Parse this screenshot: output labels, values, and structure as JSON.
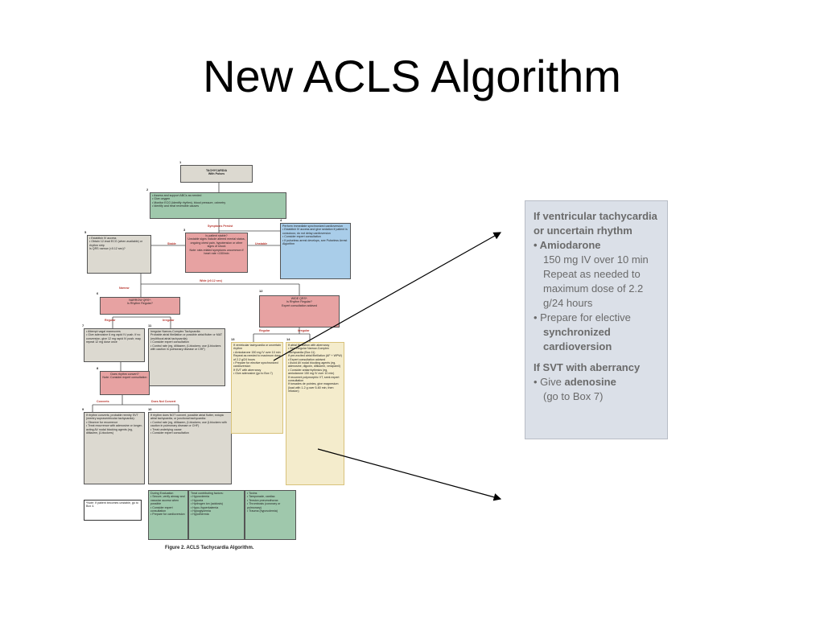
{
  "slide": {
    "title": "New ACLS Algorithm"
  },
  "flowchart": {
    "box1": {
      "num": "1",
      "text": "TACHYCARDIA\nWith Pulses"
    },
    "box2": {
      "num": "2",
      "text": "• Assess and support ABCs as needed\n• Give oxygen\n• Monitor ECG (identify rhythm), blood pressure, oximetry\n• Identify and treat reversible causes"
    },
    "box3": {
      "num": "3",
      "text": "Is patient stable?\nUnstable signs include altered mental status, ongoing chest pain, hypotension or other signs of shock\nNote: rate-related symptoms uncommon if heart rate <150/min"
    },
    "box4": {
      "num": "4",
      "text": "Perform immediate synchronized cardioversion\n• Establish IV access and give sedation if patient is conscious; do not delay cardioversion\n• Consider expert consultation\n• If pulseless arrest develops, see Pulseless Arrest Algorithm"
    },
    "box5": {
      "num": "5",
      "text": "• Establish IV access\n• Obtain 12-lead ECG (when available) or rhythm strip\nIs QRS narrow (<0.12 sec)?"
    },
    "box6": {
      "num": "6",
      "text": "NARROW QRS*:\nIs Rhythm Regular?"
    },
    "box7": {
      "num": "7",
      "text": "• Attempt vagal maneuvers\n• Give adenosine 6 mg rapid IV push. If no conversion, give 12 mg rapid IV push; may repeat 12 mg dose once"
    },
    "box8": {
      "num": "8",
      "text": "Does rhythm convert?\nNote: Consider expert consultation"
    },
    "box9": {
      "num": "9",
      "text": "If rhythm converts, probable reentry SVT (reentry supraventricular tachycardia):\n• Observe for recurrence\n• Treat recurrence with adenosine or longer-acting AV nodal blocking agents (eg, diltiazem, β-blockers)"
    },
    "box10": {
      "num": "10",
      "text": "If rhythm does NOT convert, possible atrial flutter, ectopic atrial tachycardia, or junctional tachycardia:\n• Control rate (eg, diltiazem, β-blockers; use β-blockers with caution in pulmonary disease or CHF)\n• Treat underlying cause\n• Consider expert consultation"
    },
    "box11": {
      "num": "11",
      "text": "Irregular Narrow-Complex Tachycardia\nProbable atrial fibrillation or possible atrial flutter or MAT (multifocal atrial tachycardia)\n• Consider expert consultation\n• Control rate (eg, diltiazem, β-blockers; use β-blockers with caution in pulmonary disease or CHF)"
    },
    "box12": {
      "num": "12",
      "text": "WIDE QRS*:\nIs Rhythm Regular?\nExpert consultation advised"
    },
    "box13": {
      "num": "13",
      "text": "If ventricular tachycardia or uncertain rhythm\n• Amiodarone 150 mg IV over 10 min Repeat as needed to maximum dose of 2.2 g/24 hours\n• Prepare for elective synchronized cardioversion\nIf SVT with aberrancy\n• Give adenosine (go to Box 7)"
    },
    "box14": {
      "num": "14",
      "text": "If atrial fibrillation with aberrancy\n• See Irregular Narrow-Complex Tachycardia (Box 11)\nIf pre-excited atrial fibrillation (AF + WPW)\n• Expert consultation advised\n• Avoid AV nodal blocking agents (eg, adenosine, digoxin, diltiazem, verapamil)\n• Consider antiarrhythmics (eg, amiodarone 150 mg IV over 10 min)\nIf recurrent polymorphic VT, seek expert consultation\nIf torsades de pointes, give magnesium (load with 1-2 g over 5-60 min, then infusion)"
    },
    "box_note": {
      "text": "*Note: If patient becomes unstable, go to Box 4."
    },
    "box_eval": {
      "text": "During Evaluation\n• Secure, verify airway and vascular access when possible\n• Consider expert consultation\n• Prepare for cardioversion"
    },
    "box_treat1": {
      "text": "Treat contributing factors:\n• Hypovolemia\n• Hypoxia\n• Hydrogen ion (acidosis)\n• Hypo-/hyperkalemia\n• Hypoglycemia\n• Hypothermia"
    },
    "box_treat2": {
      "text": "• Toxins\n• Tamponade, cardiac\n• Tension pneumothorax\n• Thrombosis (coronary or pulmonary)\n• Trauma (hypovolemia)"
    },
    "labels": {
      "symptoms_persist": "Symptoms Persist",
      "stable": "Stable",
      "unstable": "Unstable",
      "narrow": "Narrow",
      "wide": "Wide (≥0.12 sec)",
      "regular_left": "Regular",
      "irregular_left": "Irregular",
      "regular_right": "Regular",
      "irregular_right": "Irregular",
      "converts": "Converts",
      "does_not_convert": "Does Not Convert"
    },
    "caption": "Figure 2. ACLS Tachycardia Algorithm."
  },
  "zoom": {
    "heading1": "If ventricular tachycardia or uncertain rhythm",
    "drug": "• Amiodarone",
    "dose": "150 mg IV over 10 min Repeat as needed to maximum dose of 2.2 g/24 hours",
    "prepare_prefix": "• Prepare for elective",
    "prepare_bold": "synchronized cardioversion",
    "heading2": "If SVT with aberrancy",
    "give_prefix": "• Give",
    "give_bold": "adenosine",
    "goto": "(go to Box 7)"
  },
  "colors": {
    "gray_box": "#dcd9d0",
    "green_box": "#9fc8ac",
    "pink_box": "#e7a2a2",
    "blue_box": "#a9cde9",
    "yellow_box": "#f4eccc",
    "label_red": "#b8372f",
    "zoom_bg": "#dbe0e8"
  }
}
